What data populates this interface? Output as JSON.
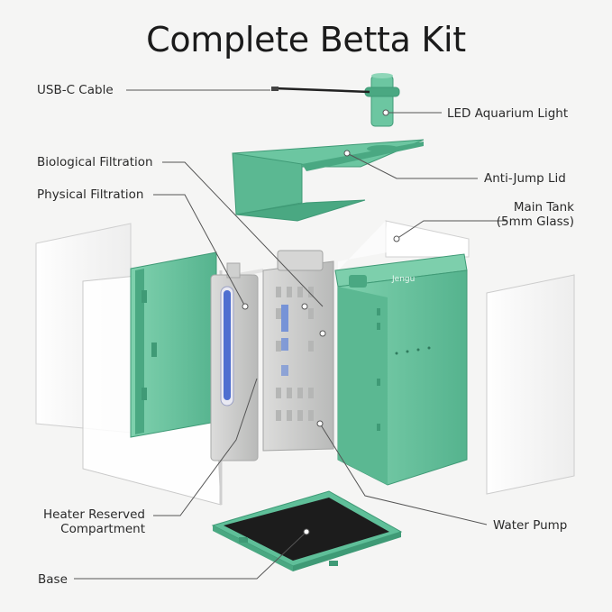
{
  "title": "Complete Betta Kit",
  "brand": "Jengu",
  "labels": {
    "usb_cable": "USB-C Cable",
    "led_light": "LED Aquarium Light",
    "bio_filtration": "Biological Filtration",
    "anti_jump_lid": "Anti-Jump Lid",
    "physical_filtration": "Physical Filtration",
    "main_tank_line1": "Main Tank",
    "main_tank_line2": "(5mm Glass)",
    "heater_line1": "Heater Reserved",
    "heater_line2": "Compartment",
    "water_pump": "Water Pump",
    "base": "Base"
  },
  "colors": {
    "green": "#5fbf99",
    "green_dark": "#3f9a76",
    "green_light": "#8fd6b8",
    "grey_part": "#cfd0cf",
    "grey_dark": "#a7a8a7",
    "blue_tube": "#4f6fd0",
    "leader": "#555555",
    "background": "#f5f5f4"
  }
}
